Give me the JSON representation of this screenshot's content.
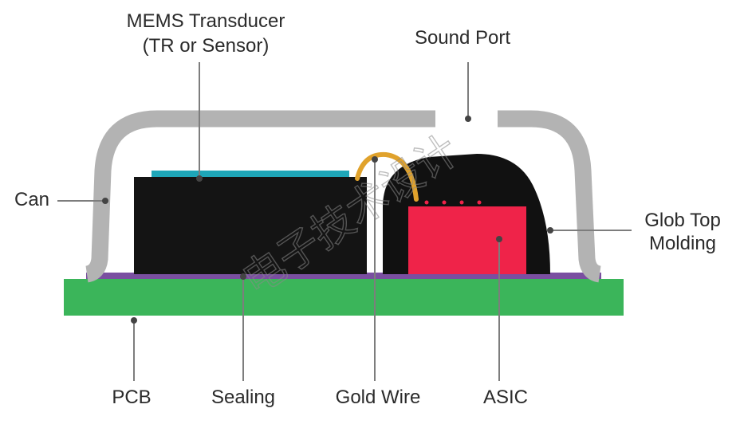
{
  "labels": {
    "mems_line1": "MEMS Transducer",
    "mems_line2": "(TR or Sensor)",
    "sound_port": "Sound Port",
    "can": "Can",
    "glob_top_line1": "Glob Top",
    "glob_top_line2": "Molding",
    "pcb": "PCB",
    "sealing": "Sealing",
    "gold_wire": "Gold Wire",
    "asic": "ASIC"
  },
  "watermark": "电子技术设计",
  "colors": {
    "can": "#b3b3b3",
    "mems_die": "#141414",
    "membrane": "#1ea6b8",
    "asic": "#ef2349",
    "glob_top": "#111111",
    "pcb": "#3bb55a",
    "sealing": "#7a4fa0",
    "gold_wire": "#e0a22c",
    "leader": "#7d7d7d",
    "text": "#2b2b2b"
  }
}
